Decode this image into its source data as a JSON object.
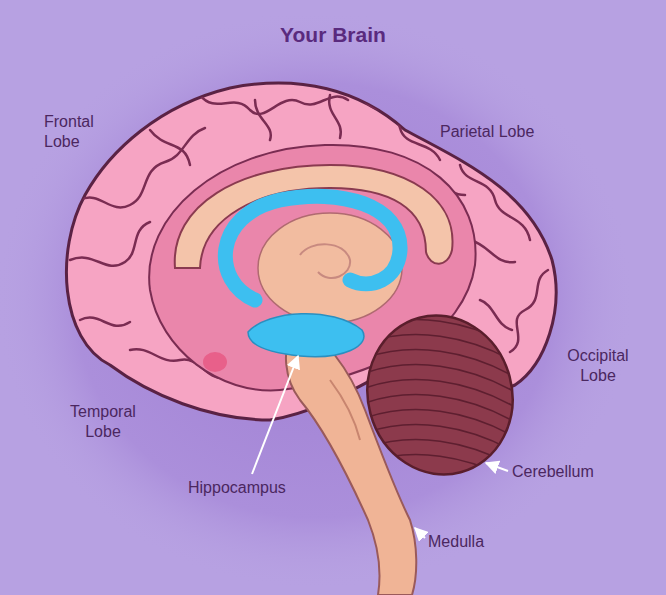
{
  "diagram": {
    "title": "Your Brain",
    "labels": [
      "Frontal Lobe",
      "Parietal Lobe",
      "Occipital Lobe",
      "Temporal Lobe",
      "Hippocampus",
      "Cerebellum",
      "Medulla"
    ]
  }
}
